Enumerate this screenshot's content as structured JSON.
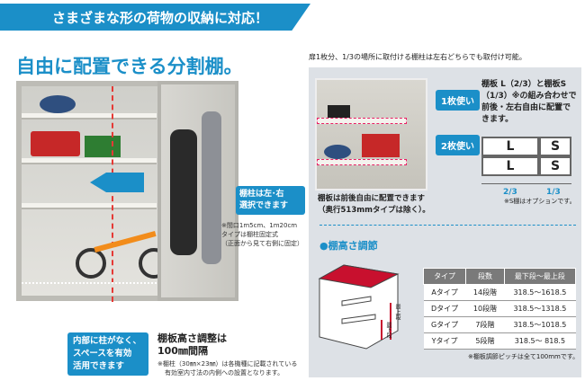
{
  "banner": "さまざまな形の荷物の収納に対応！",
  "title": "自由に配置できる分割棚。",
  "left": {
    "callout_pillar": "棚柱は左･右\n選択できます",
    "pillar_note": [
      "※間口1m5cm、1m20cm",
      "タイプは棚柱固定式",
      "（正面から見て右側に固定）"
    ],
    "callout_space": [
      "内部に柱がなく、",
      "スペースを有効",
      "活用できます"
    ],
    "adjust_title": [
      "棚板高さ調整は",
      "100㎜間隔"
    ],
    "adjust_note": [
      "※棚柱（30㎜×23㎜）は各機種に記載されている",
      "有効室内寸法の内側への設置となります。"
    ]
  },
  "right": {
    "intro": "扉1枚分、1/3の場所に取付ける棚柱は左右どちらでも取付け可能。",
    "tag1": "1枚使い",
    "tag2": "2枚使い",
    "desc": [
      "棚板 L（2/3）と棚板S",
      "（1/3）※の組み合わせで",
      "前後・左右自由に配置で",
      "きます。"
    ],
    "boxes": [
      [
        "L",
        "S"
      ],
      [
        "L",
        "S"
      ]
    ],
    "dim": [
      "2/3",
      "1/3"
    ],
    "option_note": "※S棚はオプションです。",
    "photo_caption": [
      "棚板は前後自由に配置できます",
      "（奥行513mmタイプは除く）。"
    ],
    "section_title": "●棚高さ調節",
    "diagram_labels": [
      "最上段",
      "最下段"
    ],
    "table": {
      "headers": [
        "タイプ",
        "段数",
        "最下段〜最上段"
      ],
      "rows": [
        [
          "Aタイプ",
          "14段階",
          "318.5〜1618.5"
        ],
        [
          "Dタイプ",
          "10段階",
          "318.5〜1318.5"
        ],
        [
          "Gタイプ",
          "7段階",
          "318.5〜1018.5"
        ],
        [
          "Yタイプ",
          "5段階",
          "318.5〜 818.5"
        ]
      ]
    },
    "table_note": "※棚板調節ピッチは全て100mmです。"
  }
}
